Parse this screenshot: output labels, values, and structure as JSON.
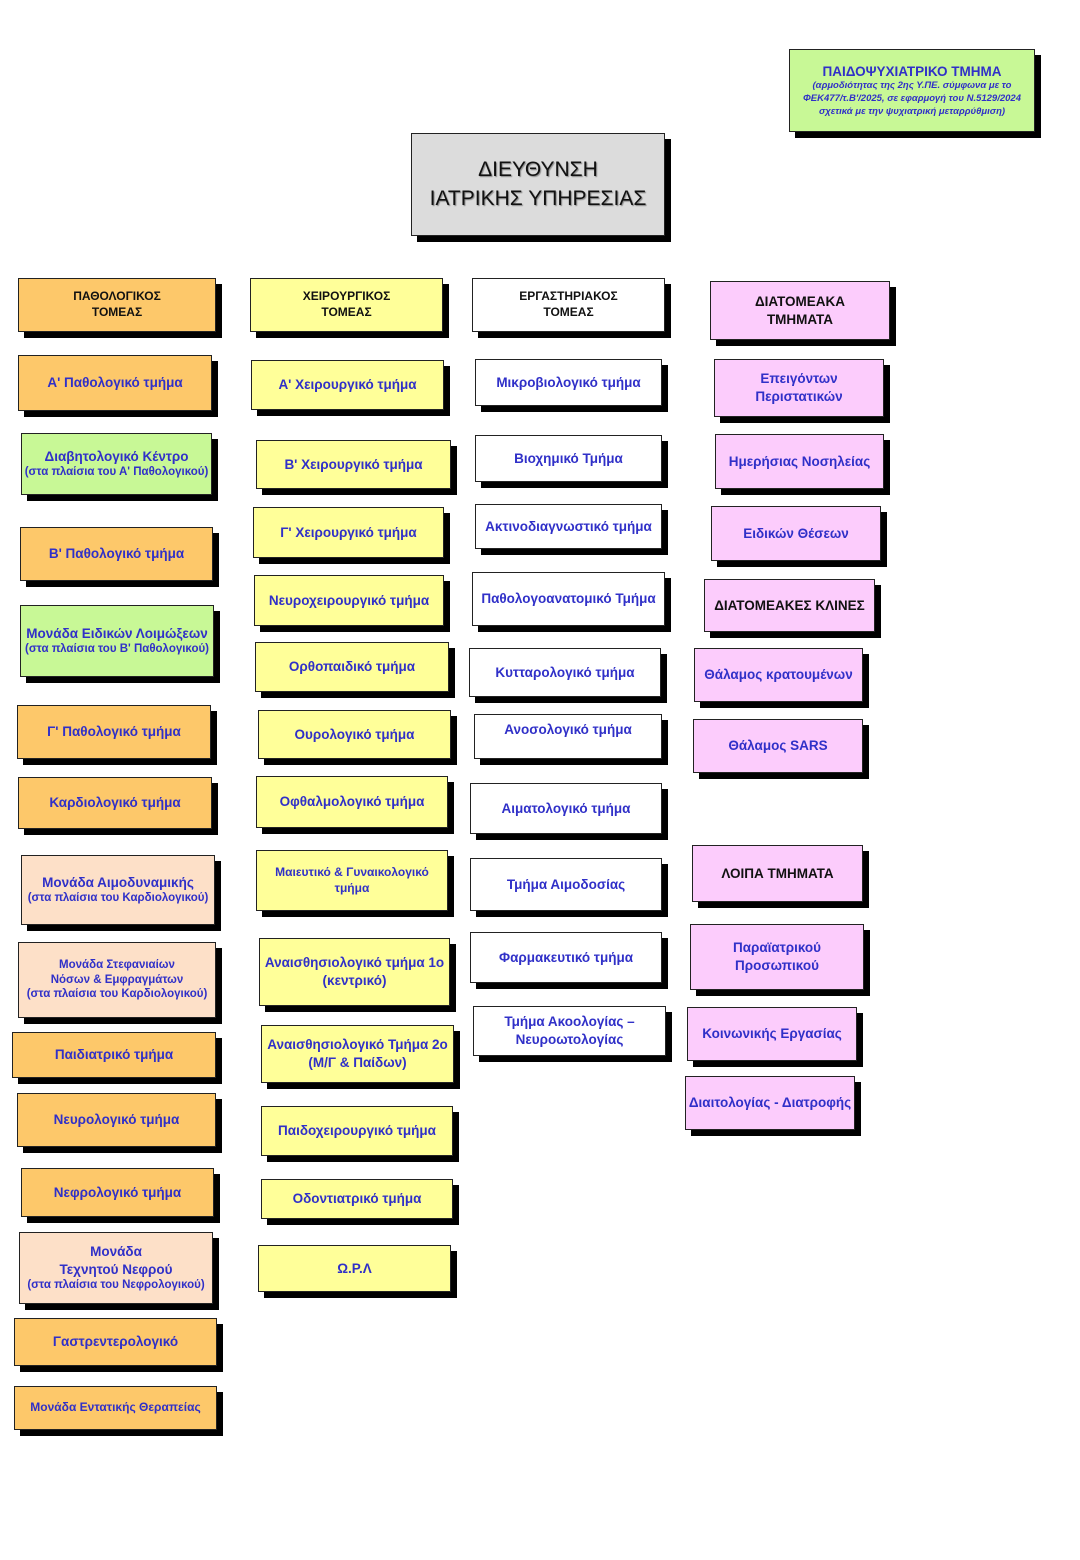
{
  "header": {
    "psych_title": "ΠΑΙΔΟΨΥΧΙΑΤΡΙΚΟ ΤΜΗΜΑ",
    "psych_note": "(αρμοδιότητας της 2ης Υ.ΠΕ. σύμφωνα με το\nΦΕΚ477/τ.Β'/2025, σε εφαρμογή του Ν.5129/2024\nσχετικά με την ψυχιατρική μεταρρύθμιση)",
    "direction": "ΔΙΕΥΘΥΝΣΗ\nΙΑΤΡΙΚΗΣ ΥΠΗΡΕΣΙΑΣ"
  },
  "columns": {
    "pathology": {
      "header": "ΠΑΘΟΛΟΓΙΚΟΣ\nΤΟΜΕΑΣ",
      "items": [
        {
          "label": "Α' Παθολογικό τμήμα",
          "note": ""
        },
        {
          "label": "Διαβητολογικό Κέντρο",
          "note": "(στα πλαίσια του Α' Παθολογικού)"
        },
        {
          "label": "Β' Παθολογικό τμήμα",
          "note": ""
        },
        {
          "label": "Μονάδα Ειδικών Λοιμώξεων",
          "note": "(στα πλαίσια του Β' Παθολογικού)"
        },
        {
          "label": "Γ' Παθολογικό τμήμα",
          "note": ""
        },
        {
          "label": "Καρδιολογικό τμήμα",
          "note": ""
        },
        {
          "label": "Μονάδα Αιμοδυναμικής",
          "note": "(στα πλαίσια του Καρδιολογικού)"
        },
        {
          "label": "Μονάδα Στεφανιαίων\nΝόσων & Εμφραγμάτων",
          "note": "(στα πλαίσια του Καρδιολογικού)"
        },
        {
          "label": "Παιδιατρικό τμήμα",
          "note": ""
        },
        {
          "label": "Νευρολογικό τμήμα",
          "note": ""
        },
        {
          "label": "Νεφρολογικό τμήμα",
          "note": ""
        },
        {
          "label": "Μονάδα\nΤεχνητού Νεφρού",
          "note": "(στα πλαίσια του Νεφρολογικού)"
        },
        {
          "label": "Γαστρεντερολογικό",
          "note": ""
        },
        {
          "label": "Μονάδα Εντατικής  Θεραπείας",
          "note": ""
        }
      ]
    },
    "surgery": {
      "header": "ΧΕΙΡΟΥΡΓΙΚΟΣ\nΤΟΜΕΑΣ",
      "items": [
        "Α' Χειρουργικό τμήμα",
        "Β' Χειρουργικό τμήμα",
        "Γ' Χειρουργικό τμήμα",
        "Νευροχειρουργικό  τμήμα",
        "Ορθοπαιδικό τμήμα",
        "Ουρολογικό τμήμα",
        "Οφθαλμολογικό τμήμα",
        "Μαιευτικό & Γυναικολογικό\nτμήμα",
        "Αναισθησιολογικό τμήμα 1ο\n(κεντρικό)",
        "Αναισθησιολογικό Τμήμα 2ο\n(Μ/Γ & Παίδων)",
        "Παιδοχειρουργικό τμήμα",
        "Οδοντιατρικό τμήμα",
        "Ω.Ρ.Λ"
      ]
    },
    "laboratory": {
      "header": "ΕΡΓΑΣΤΗΡΙΑΚΟΣ\nΤΟΜΕΑΣ",
      "items": [
        "Μικροβιολογικό τμήμα",
        "Βιοχημικό  Τμήμα",
        "Ακτινοδιαγνωστικό τμήμα",
        "Παθολογοανατομικό Τμήμα",
        "Κυτταρολογικό τμήμα",
        "Ανοσολογικό τμήμα",
        "Αιματολογικό τμήμα",
        "Τμήμα Αιμοδοσίας",
        "Φαρμακευτικό τμήμα",
        "Τμήμα Ακοολογίας –\nΝευροωτολογίας"
      ]
    },
    "intersectoral": {
      "header": "ΔΙΑΤΟΜΕΑΚΑ\nΤΜΗΜΑΤΑ",
      "items": [
        "Επειγόντων Περιστατικών",
        "Ημερήσιας Νοσηλείας",
        "Ειδικών Θέσεων"
      ],
      "beds_header": "ΔΙΑΤΟΜΕΑΚΕΣ ΚΛΙΝΕΣ",
      "beds": [
        "Θάλαμος κρατουμένων",
        "Θάλαμος SARS"
      ],
      "other_header": "ΛΟΙΠΑ ΤΜΗΜΑΤΑ",
      "other": [
        "Παραϊατρικού\nΠροσωπικού",
        "Κοινωνικής Εργασίας",
        "Διαιτολογίας - Διατροφής"
      ]
    }
  },
  "colors": {
    "pathology": "#fdc86a",
    "surgery": "#ffff99",
    "laboratory": "#ffffff",
    "intersectoral": "#fcccfc",
    "green_units": "#c8f896",
    "peach_units": "#fde0c8",
    "direction": "#dcdcdc",
    "text_blue": "#3030c8"
  }
}
